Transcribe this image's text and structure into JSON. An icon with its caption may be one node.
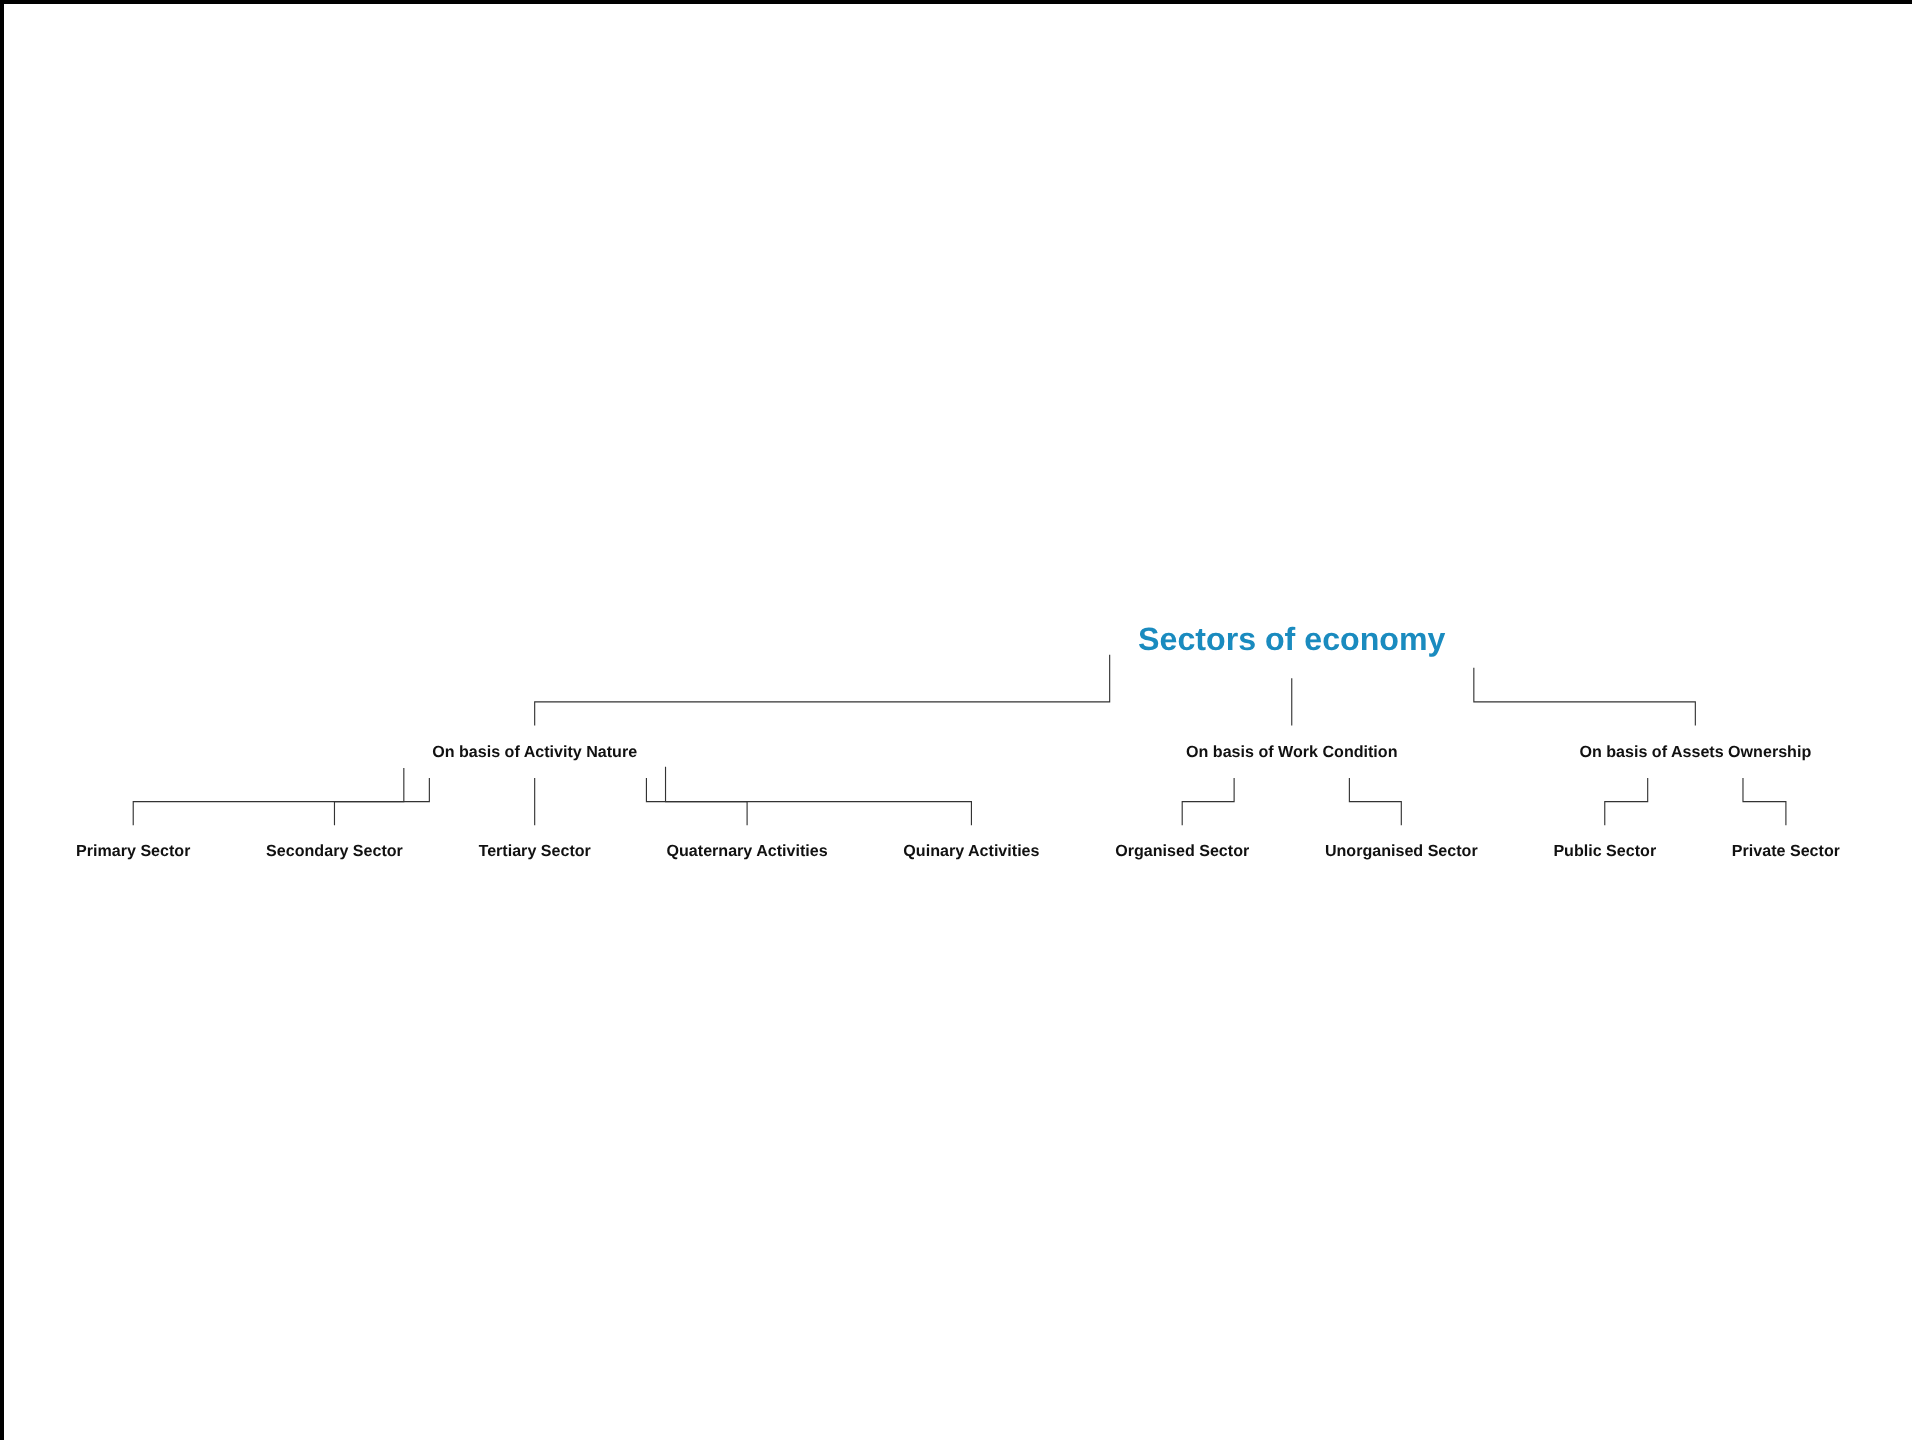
{
  "diagram": {
    "nodes": [
      {
        "text": [
          "Sectors of economy"
        ]
      },
      {
        "text": [
          "On basis of Activity Nature"
        ]
      },
      {
        "text": [
          "On basis of Work Condition"
        ]
      },
      {
        "text": [
          "On basis of Assets Ownership"
        ]
      },
      {
        "text": [
          "Primary Sector"
        ]
      },
      {
        "text": [
          "Secondary Sector"
        ]
      },
      {
        "text": [
          "Tertiary Sector"
        ]
      },
      {
        "text": [
          "Quaternary Activities"
        ]
      },
      {
        "text": [
          "Quinary Activities"
        ]
      },
      {
        "text": [
          "Organised Sector"
        ]
      },
      {
        "text": [
          "Unorganised Sector"
        ]
      },
      {
        "text": [
          "Public Sector"
        ]
      },
      {
        "text": [
          "Private Sector"
        ]
      }
    ],
    "edges": [
      {
        "from": 0,
        "to": 1,
        "arrow": "none"
      },
      {
        "from": 0,
        "to": 2,
        "arrow": "none"
      },
      {
        "from": 0,
        "to": 3,
        "arrow": "none"
      },
      {
        "from": 1,
        "to": 4,
        "arrow": "none"
      },
      {
        "from": 1,
        "to": 5,
        "arrow": "none"
      },
      {
        "from": 1,
        "to": 6,
        "arrow": "none"
      },
      {
        "from": 1,
        "to": 7,
        "arrow": "none"
      },
      {
        "from": 1,
        "to": 8,
        "arrow": "none"
      },
      {
        "from": 2,
        "to": 9,
        "arrow": "none"
      },
      {
        "from": 2,
        "to": 10,
        "arrow": "none"
      },
      {
        "from": 3,
        "to": 11,
        "arrow": "none"
      },
      {
        "from": 3,
        "to": 12,
        "arrow": "none"
      }
    ]
  }
}
